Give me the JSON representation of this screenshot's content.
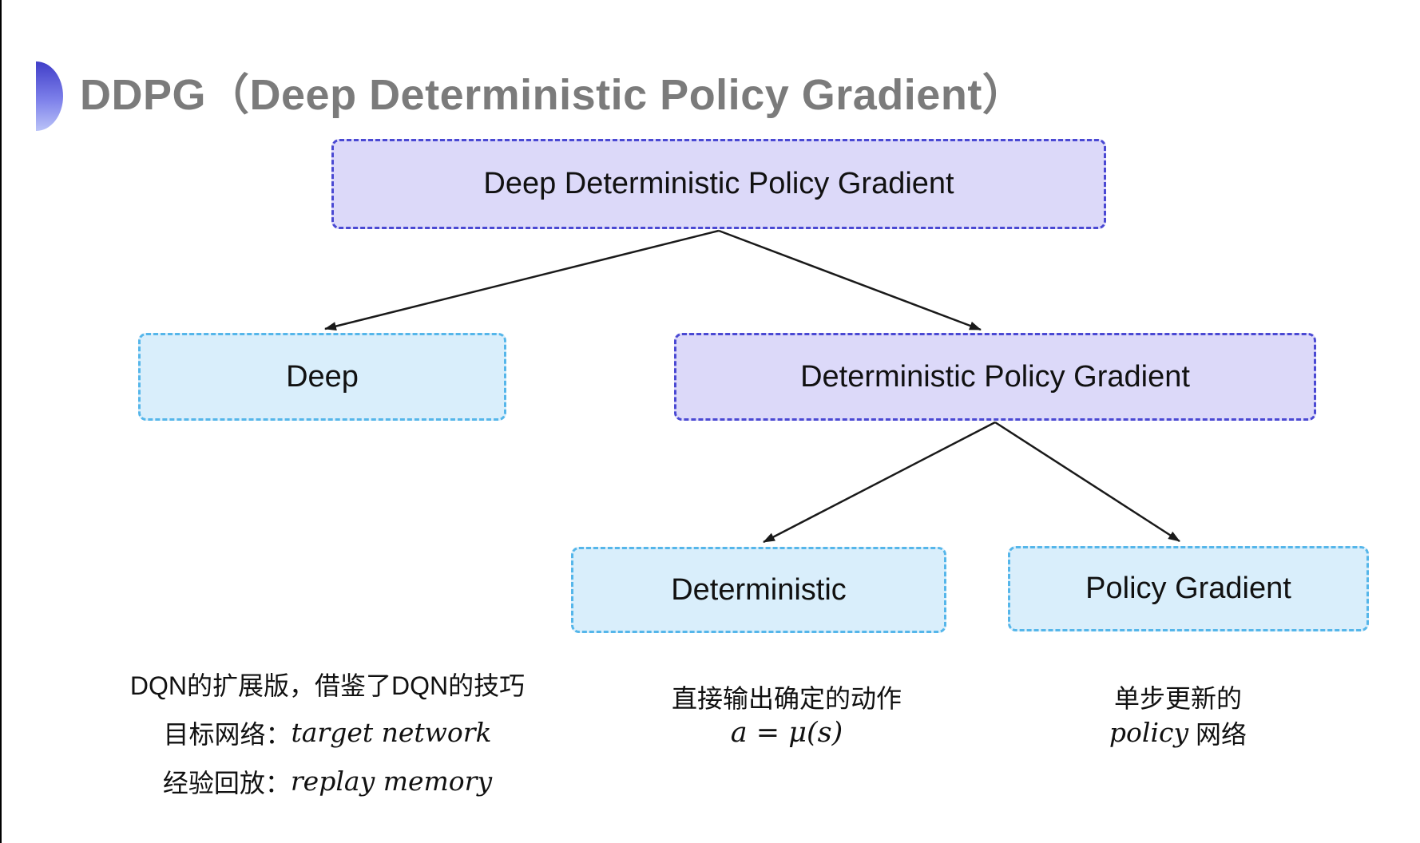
{
  "title": {
    "text": "DDPG（Deep Deterministic Policy Gradient）"
  },
  "diagram": {
    "nodes": [
      {
        "id": "ddpg",
        "label": "Deep Deterministic Policy Gradient",
        "variant": "purple"
      },
      {
        "id": "deep",
        "label": "Deep",
        "variant": "blue"
      },
      {
        "id": "dpg",
        "label": "Deterministic Policy Gradient",
        "variant": "purple"
      },
      {
        "id": "deterministic",
        "label": "Deterministic",
        "variant": "blue"
      },
      {
        "id": "policy-gradient",
        "label": "Policy Gradient",
        "variant": "blue"
      }
    ],
    "edges": [
      {
        "from": "ddpg",
        "to": "deep"
      },
      {
        "from": "ddpg",
        "to": "dpg"
      },
      {
        "from": "dpg",
        "to": "deterministic"
      },
      {
        "from": "dpg",
        "to": "policy-gradient"
      }
    ]
  },
  "notes": {
    "deep_note": {
      "line1": "DQN的扩展版，借鉴了DQN的技巧",
      "line2_label": "目标网络：",
      "line2_value": "target network",
      "line3_label": "经验回放：",
      "line3_value": "replay memory"
    },
    "deterministic_note": {
      "line1": "直接输出确定的动作",
      "formula": "a = μ(s)"
    },
    "policy_gradient_note": {
      "line1": "单步更新的",
      "line2_italic": "policy",
      "line2_suffix": " 网络"
    }
  },
  "colors": {
    "title_text": "#7b7b7b",
    "purple_fill": "#dcd9f9",
    "purple_border": "#4a49d3",
    "blue_fill": "#d9eefb",
    "blue_border": "#55b6ea",
    "arrow": "#1a1a1a",
    "node_text": "#111111",
    "note_text": "#111111",
    "bullet_top": "#403ec8",
    "bullet_bottom": "#bac3f8"
  }
}
